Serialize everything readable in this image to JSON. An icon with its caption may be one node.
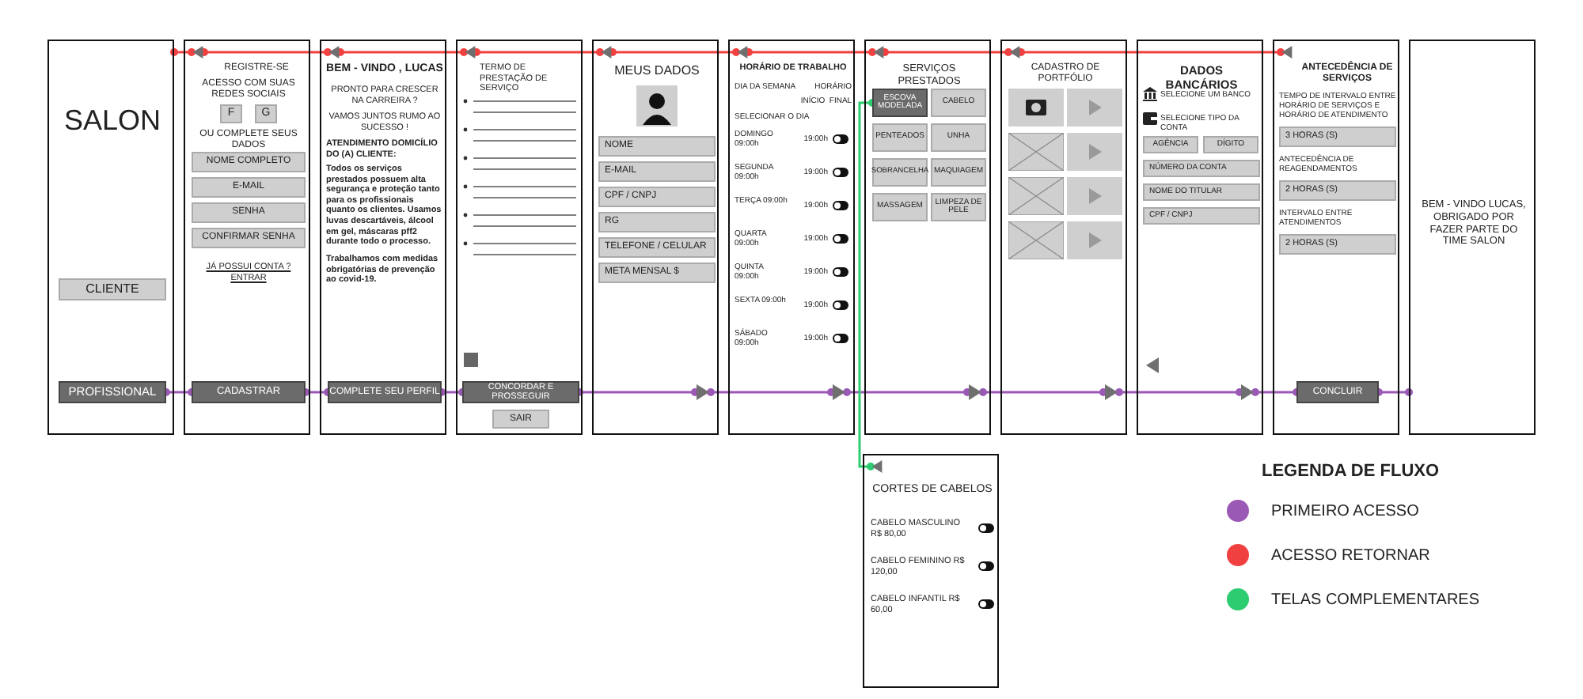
{
  "diagram": {
    "nodes": [
      {
        "text": [
          "SALON"
        ]
      },
      {
        "text": [
          "CLIENTE"
        ],
        "in": 0
      },
      {
        "text": [
          "PROFISSIONAL"
        ],
        "in": 0
      },
      {
        "text": [
          "REGISTRE-SE",
          "ACESSO COM SUAS REDES SOCIAIS",
          "OU COMPLETE SEUS DADOS",
          "JÁ POSSUI CONTA ? ENTRAR"
        ]
      },
      {
        "text": [],
        "shape": "triangle",
        "in": 3
      },
      {
        "text": [
          "F"
        ],
        "in": 3
      },
      {
        "text": [
          "G"
        ],
        "in": 3
      },
      {
        "text": [
          "NOME  COMPLETO"
        ],
        "in": 3
      },
      {
        "text": [
          "E-MAIL"
        ],
        "in": 3
      },
      {
        "text": [
          "SENHA"
        ],
        "in": 3
      },
      {
        "text": [
          "CONFIRMAR SENHA"
        ],
        "in": 3
      },
      {
        "text": [
          "CADASTRAR"
        ],
        "in": 3
      },
      {
        "text": [
          "BEM - VINDO , LUCAS",
          "PRONTO PARA CRESCER NA CARREIRA ?",
          "VAMOS JUNTOS RUMO AO SUCESSO !",
          "ATENDIMENTO DOMICÍLIO DO (A) CLIENTE:",
          "Todos os serviços prestados possuem alta segurança e proteção tanto para os profissionais quanto os clientes. Usamos luvas descartáveis, álcool em gel, máscaras pff2 durante todo o processo.",
          "Trabalhamos com medidas obrigatórias de prevenção ao covid-19."
        ]
      },
      {
        "text": [],
        "shape": "triangle",
        "in": 12
      },
      {
        "text": [
          "COMPLETE SEU PERFIL"
        ],
        "in": 12
      },
      {
        "text": [
          "TERMO DE PRESTAÇÃO DE SERVIÇO"
        ]
      },
      {
        "text": [],
        "shape": "triangle",
        "in": 15
      },
      {
        "text": [
          "CONCORDAR E PROSSEGUIR"
        ],
        "in": 15
      },
      {
        "text": [
          "SAIR"
        ],
        "in": 15
      },
      {
        "text": [
          "MEUS DADOS"
        ]
      },
      {
        "text": [
          "NOME"
        ],
        "in": 19
      },
      {
        "text": [
          "E-MAIL"
        ],
        "in": 19
      },
      {
        "text": [
          "CPF / CNPJ"
        ],
        "in": 19
      },
      {
        "text": [
          "RG"
        ],
        "in": 19
      },
      {
        "text": [
          "TELEFONE  / CELULAR"
        ],
        "in": 19
      },
      {
        "text": [
          "META MENSAL $"
        ],
        "in": 19
      },
      {
        "text": [],
        "shape": "triangle",
        "in": 19
      },
      {
        "text": [],
        "shape": "triangle",
        "in": 19
      },
      {
        "text": [
          "HORÁRIO DE TRABALHO",
          "DIA DA SEMANA",
          "HORÁRIO",
          "SELECIONAR O DIA",
          "INÍCIO",
          "FINAL",
          "DOMINGO 09:00h",
          "19:00h",
          "SEGUNDA 09:00h",
          "19:00h",
          "TERÇA 09:00h",
          "19:00h",
          "QUARTA 09:00h",
          "19:00h",
          "QUINTA 09:00h",
          "19:00h",
          "SEXTA 09:00h",
          "19:00h",
          "SÁBADO 09:00h",
          "19:00h"
        ]
      },
      {
        "text": [],
        "shape": "triangle",
        "in": 28
      },
      {
        "text": [],
        "shape": "triangle",
        "in": 28
      },
      {
        "text": [
          "SERVIÇOS PRESTADOS"
        ]
      },
      {
        "text": [
          "ESCOVA MODELADA"
        ],
        "in": 31
      },
      {
        "text": [
          "CABELO"
        ],
        "in": 31
      },
      {
        "text": [
          "PENTEADOS"
        ],
        "in": 31
      },
      {
        "text": [
          "UNHA"
        ],
        "in": 31
      },
      {
        "text": [
          "SOBRANCELHA"
        ],
        "in": 31
      },
      {
        "text": [
          "MAQUIAGEM"
        ],
        "in": 31
      },
      {
        "text": [
          "MASSAGEM"
        ],
        "in": 31
      },
      {
        "text": [
          "LIMPEZA DE PELE"
        ],
        "in": 31
      },
      {
        "text": [],
        "shape": "triangle",
        "in": 31
      },
      {
        "text": [],
        "shape": "triangle",
        "in": 31
      },
      {
        "text": [
          "CADASTRO DE PORTFÓLIO"
        ]
      },
      {
        "text": [],
        "shape": "triangle",
        "in": 42
      },
      {
        "text": [],
        "shape": "triangle",
        "in": 42
      },
      {
        "text": [
          "DADOS BANCÁRIOS",
          "SELECIONE UM BANCO",
          "SELECIONE TIPO DA CONTA"
        ]
      },
      {
        "text": [
          "AGÊNCIA"
        ],
        "in": 45
      },
      {
        "text": [
          "DÍGITO"
        ],
        "in": 45
      },
      {
        "text": [
          "NÚMERO DA CONTA"
        ],
        "in": 45
      },
      {
        "text": [
          "NOME DO TITULAR"
        ],
        "in": 45
      },
      {
        "text": [
          "CPF / CNPJ"
        ],
        "in": 45
      },
      {
        "text": [],
        "shape": "triangle",
        "in": 45
      },
      {
        "text": [],
        "shape": "triangle",
        "in": 45
      },
      {
        "text": [
          "ANTECEDÊNCIA DE SERVIÇOS",
          "TEMPO DE INTERVALO ENTRE HORÁRIO DE SERVIÇOS E HORÁRIO DE ATENDIMENTO",
          "ANTECEDÊNCIA DE REAGENDAMENTOS",
          "INTERVALO ENTRE ATENDIMENTOS"
        ]
      },
      {
        "text": [],
        "shape": "triangle",
        "in": 53
      },
      {
        "text": [
          "3 HORAS (S)"
        ],
        "in": 53
      },
      {
        "text": [
          "2 HORAS (S)"
        ],
        "in": 53
      },
      {
        "text": [
          "2 HORAS (S)"
        ],
        "in": 53
      },
      {
        "text": [
          "CONCLUIR"
        ],
        "in": 53
      },
      {
        "text": [
          "BEM - VINDO  LUCAS, OBRIGADO POR FAZER PARTE DO TIME SALON"
        ]
      },
      {
        "text": [
          "CORTES DE CABELOS",
          "CABELO MASCULINO R$ 80,00",
          "CABELO FEMININO R$ 120,00",
          "CABELO INFANTIL R$ 60,00"
        ]
      },
      {
        "text": [],
        "shape": "triangle",
        "in": 60
      }
    ],
    "edges": [
      {
        "from": 2,
        "to": 11,
        "arrow": "other"
      },
      {
        "from": 11,
        "to": 14,
        "arrow": "other"
      },
      {
        "from": 14,
        "to": 17,
        "arrow": "other"
      },
      {
        "from": 17,
        "to": 27,
        "arrow": "other"
      },
      {
        "from": 27,
        "to": 30,
        "arrow": "other"
      },
      {
        "from": 30,
        "to": 41,
        "arrow": "other"
      },
      {
        "from": 41,
        "to": 44,
        "arrow": "other"
      },
      {
        "from": 44,
        "to": 52,
        "arrow": "other"
      },
      {
        "from": 52,
        "to": 58,
        "arrow": "other"
      },
      {
        "from": 58,
        "to": 59,
        "arrow": "other"
      },
      {
        "from": 0,
        "to": 4,
        "arrow": "other",
        "color": "#f04040"
      },
      {
        "from": 4,
        "to": 13,
        "arrow": "other",
        "color": "#f04040"
      },
      {
        "from": 13,
        "to": 16,
        "arrow": "other",
        "color": "#f04040"
      },
      {
        "from": 16,
        "to": 26,
        "arrow": "other",
        "color": "#f04040"
      },
      {
        "from": 26,
        "to": 29,
        "arrow": "other",
        "color": "#f04040"
      },
      {
        "from": 29,
        "to": 40,
        "arrow": "other",
        "color": "#f04040"
      },
      {
        "from": 40,
        "to": 43,
        "arrow": "other",
        "color": "#f04040"
      },
      {
        "from": 43,
        "to": 54,
        "arrow": "other",
        "color": "#f04040"
      },
      {
        "from": 32,
        "to": 61,
        "arrow": "other",
        "color": "#2ecc71"
      }
    ],
    "labels": [
      "LEGENDA DE FLUXO"
    ],
    "legend": [
      {
        "text": "PRIMEIRO ACESSO",
        "color": "#9b59b6"
      },
      {
        "text": "ACESSO RETORNAR",
        "color": "#f04040"
      },
      {
        "text": "TELAS COMPLEMENTARES",
        "color": "#2ecc71"
      }
    ]
  }
}
